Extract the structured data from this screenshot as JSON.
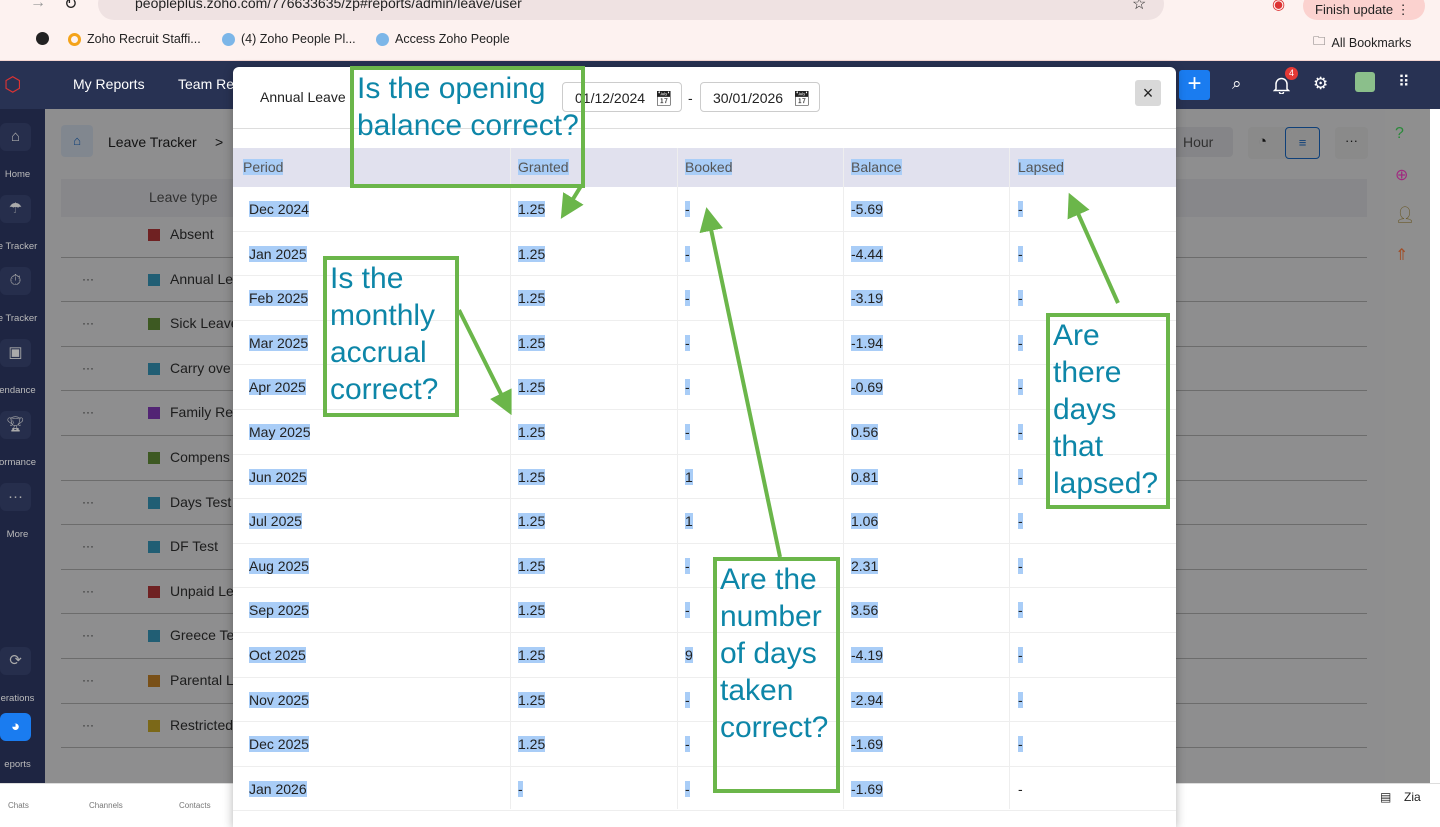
{
  "browser": {
    "url": "peopleplus.zoho.com/776633635/zp#reports/admin/leave/user",
    "finish_update": "Finish update",
    "bookmarks": [
      "Zoho Recruit Staffi...",
      "(4) Zoho People Pl...",
      "Access Zoho People"
    ],
    "all_bookmarks": "All Bookmarks"
  },
  "nav": {
    "tabs": [
      "My Reports",
      "Team Re"
    ],
    "notification_count": "4"
  },
  "sidebar": [
    "Home",
    "e Tracker",
    "e Tracker",
    "endance",
    "ormance",
    "More",
    "erations",
    "eports"
  ],
  "breadcrumb": {
    "label": "Leave Tracker",
    "sep": ">"
  },
  "background": {
    "column_header": "Leave type",
    "hour_button": "Hour",
    "leave_types": [
      {
        "name": "Absent",
        "color": "#c0393b"
      },
      {
        "name": "Annual Le",
        "color": "#3aa3c9"
      },
      {
        "name": "Sick Leave",
        "color": "#6a9a3b"
      },
      {
        "name": "Carry ove",
        "color": "#3aa3c9"
      },
      {
        "name": "Family Re",
        "color": "#8e3ec9"
      },
      {
        "name": "Compens",
        "color": "#6a9a3b"
      },
      {
        "name": "Days Test",
        "color": "#3aa3c9"
      },
      {
        "name": "DF Test",
        "color": "#3aa3c9"
      },
      {
        "name": "Unpaid Le",
        "color": "#c0393b"
      },
      {
        "name": "Greece Te",
        "color": "#3aa3c9"
      },
      {
        "name": "Parental L",
        "color": "#d08a2a"
      },
      {
        "name": "Restricted",
        "color": "#d4b42a"
      }
    ]
  },
  "bottom_bar": [
    "Chats",
    "Channels",
    "Contacts"
  ],
  "modal": {
    "title": "Annual Leave",
    "date_from": "01/12/2024",
    "date_sep": "-",
    "date_to": "30/01/2026",
    "close": "×",
    "columns": [
      "Period",
      "Granted",
      "Booked",
      "Balance",
      "Lapsed"
    ],
    "rows": [
      [
        "Dec 2024",
        "1.25",
        "-",
        "-5.69",
        "-"
      ],
      [
        "Jan 2025",
        "1.25",
        "-",
        "-4.44",
        "-"
      ],
      [
        "Feb 2025",
        "1.25",
        "-",
        "-3.19",
        "-"
      ],
      [
        "Mar 2025",
        "1.25",
        "-",
        "-1.94",
        "-"
      ],
      [
        "Apr 2025",
        "1.25",
        "-",
        "-0.69",
        "-"
      ],
      [
        "May 2025",
        "1.25",
        "-",
        "0.56",
        "-"
      ],
      [
        "Jun 2025",
        "1.25",
        "1",
        "0.81",
        "-"
      ],
      [
        "Jul 2025",
        "1.25",
        "1",
        "1.06",
        "-"
      ],
      [
        "Aug 2025",
        "1.25",
        "-",
        "2.31",
        "-"
      ],
      [
        "Sep 2025",
        "1.25",
        "-",
        "3.56",
        "-"
      ],
      [
        "Oct 2025",
        "1.25",
        "9",
        "-4.19",
        "-"
      ],
      [
        "Nov 2025",
        "1.25",
        "-",
        "-2.94",
        "-"
      ],
      [
        "Dec 2025",
        "1.25",
        "-",
        "-1.69",
        "-"
      ],
      [
        "Jan 2026",
        "-",
        "-",
        "-1.69",
        "-"
      ]
    ]
  },
  "annotations": [
    "Is the opening balance correct?",
    "Is the monthly accrual correct?",
    "Are the number of days taken correct?",
    "Are there days that lapsed?"
  ],
  "colors": {
    "annotation_border": "#6bb64a",
    "annotation_text": "#0d86a8",
    "selection": "#a9cdf7"
  }
}
